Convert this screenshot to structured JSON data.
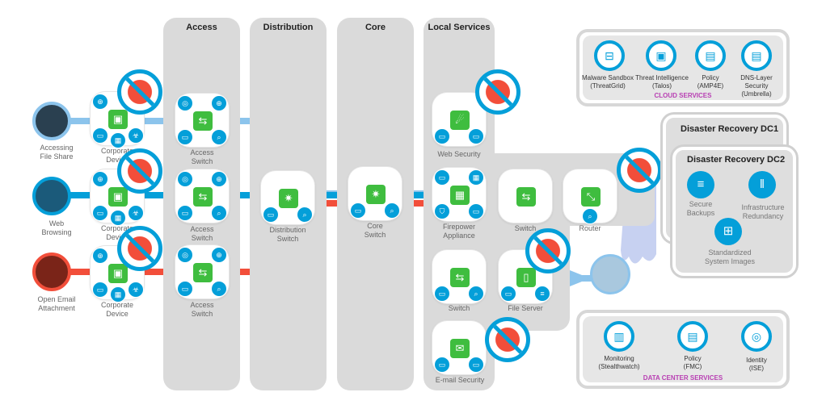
{
  "colors": {
    "accent": "#049fd9",
    "threat": "#f24e3a",
    "flow_light": "#8cc4ec",
    "node_green": "#3fbd3f",
    "cloud_footer": "#b83fb3"
  },
  "columns": [
    {
      "title": "Access"
    },
    {
      "title": "Distribution"
    },
    {
      "title": "Core"
    },
    {
      "title": "Local Services"
    }
  ],
  "users": [
    {
      "label_line1": "Accessing",
      "label_line2": "File Share",
      "flow": "light-blue"
    },
    {
      "label_line1": "Web",
      "label_line2": "Browsing",
      "flow": "blue"
    },
    {
      "label_line1": "Open Email",
      "label_line2": "Attachment",
      "flow": "red"
    }
  ],
  "corporate_devices": [
    {
      "line1": "Corporate",
      "line2": "Device"
    },
    {
      "line1": "Corporate",
      "line2": "Device"
    },
    {
      "line1": "Corporate",
      "line2": "Device"
    }
  ],
  "access_switches": [
    {
      "line1": "Access",
      "line2": "Switch"
    },
    {
      "line1": "Access",
      "line2": "Switch"
    },
    {
      "line1": "Access",
      "line2": "Switch"
    }
  ],
  "distribution_switch": {
    "line1": "Distribution",
    "line2": "Switch"
  },
  "core_switch": {
    "line1": "Core",
    "line2": "Switch"
  },
  "local_services": {
    "web_security": "Web Security",
    "firepower": {
      "line1": "Firepower",
      "line2": "Appliance"
    },
    "switch": "Switch",
    "router": "Router",
    "ls_switch": "Switch",
    "file_server": "File Server",
    "email_security": "E-mail Security"
  },
  "cloud_services": {
    "footer": "CLOUD SERVICES",
    "items": [
      {
        "line1": "Malware Sandbox",
        "line2": "(ThreatGrid)",
        "icon": "sandbox-icon"
      },
      {
        "line1": "Threat Intelligence",
        "line2": "(Talos)",
        "icon": "intel-icon"
      },
      {
        "line1": "Policy",
        "line2": "(AMP4E)",
        "icon": "clipboard-icon"
      },
      {
        "line1": "DNS-Layer Security",
        "line2": "(Umbrella)",
        "icon": "clipboard-icon"
      }
    ]
  },
  "disaster_recovery": {
    "dc1_title": "Disaster Recovery DC1",
    "dc2_title": "Disaster Recovery DC2",
    "items": [
      {
        "line1": "Secure",
        "line2": "Backups"
      },
      {
        "line1": "Infrastructure",
        "line2": "Redundancy"
      },
      {
        "line1": "Standardized",
        "line2": "System Images"
      }
    ]
  },
  "data_center_services": {
    "footer": "DATA CENTER SERVICES",
    "items": [
      {
        "line1": "Monitoring",
        "line2": "(Stealthwatch)"
      },
      {
        "line1": "Policy",
        "line2": "(FMC)"
      },
      {
        "line1": "Identity",
        "line2": "(ISE)"
      }
    ]
  },
  "icons": {
    "switch": "⇆",
    "distribution": "✷",
    "router": "⤡",
    "web": "☄",
    "firewall": "▦",
    "server": "▯",
    "email": "✉",
    "fingerprint": "◎",
    "globe": "⊕",
    "search": "⌕",
    "phone": "▭",
    "db": "≡",
    "shield": "⛉",
    "laptop": "▭",
    "biohazard": "☣",
    "clipboard": "▤",
    "bulbs": "‖",
    "os": "⊞",
    "monitor": "▥"
  }
}
